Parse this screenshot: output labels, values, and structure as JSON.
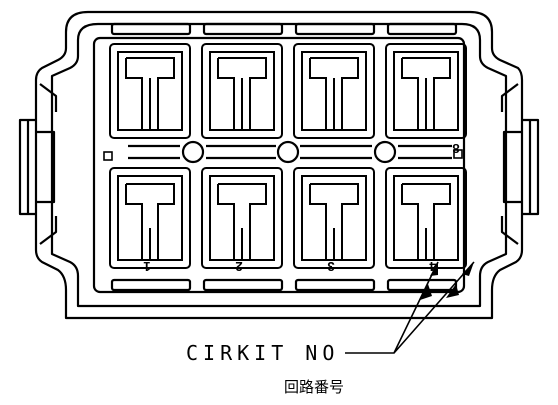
{
  "drawing": {
    "callout_label": "CIRKIT NO",
    "callout_label_sub": "回路番号",
    "cavity_numbers_bottom": [
      "1",
      "2",
      "3",
      "4"
    ],
    "corner_numbers": [
      "8"
    ],
    "line_color": "#000000",
    "background": "#ffffff"
  }
}
